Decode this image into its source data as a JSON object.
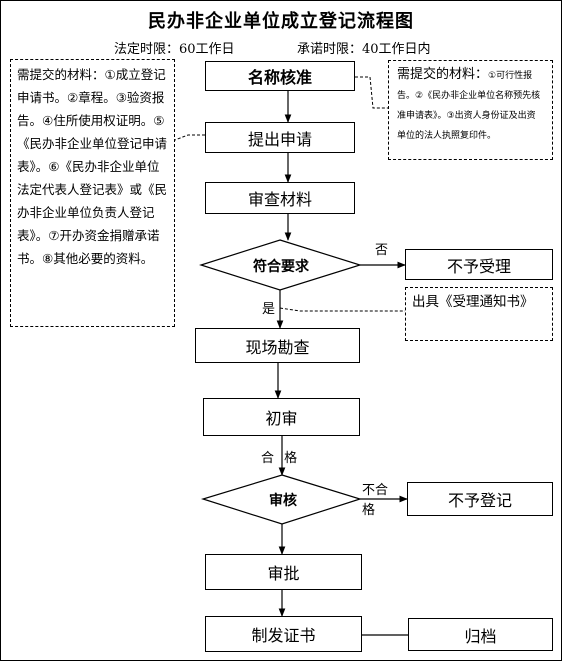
{
  "title": "民办非企业单位成立登记流程图",
  "time_limits": {
    "statutory": "法定时限：60工作日",
    "promised": "承诺时限：40工作日内"
  },
  "steps": {
    "name_approval": "名称核准",
    "submit_application": "提出申请",
    "review_materials": "审查材料",
    "meets_requirements": "符合要求",
    "reject": "不予受理",
    "site_inspection": "现场勘查",
    "initial_review": "初审",
    "audit": "审核",
    "no_registration": "不予登记",
    "approval": "审批",
    "issue_certificate": "制发证书",
    "archive": "归档"
  },
  "labels": {
    "no": "否",
    "yes": "是",
    "qualified": "合 格",
    "unqualified": "不合\n格"
  },
  "notes": {
    "materials_left": "需提交的材料：①成立登记申请书。②章程。③验资报告。④住所使用权证明。⑤《民办非企业单位登记申请表》。⑥《民办非企业单位法定代表人登记表》或《民办非企业单位负责人登记表》。⑦开办资金捐赠承诺书。⑧其他必要的资料。",
    "materials_right_head": "需提交的材料：",
    "materials_right_body": "①可行性报告。②《民办非企业单位名称预先核准申请表》。③出资人身份证及出资单位的法人执照复印件。",
    "acceptance_notice": "出具《受理通知书》"
  }
}
